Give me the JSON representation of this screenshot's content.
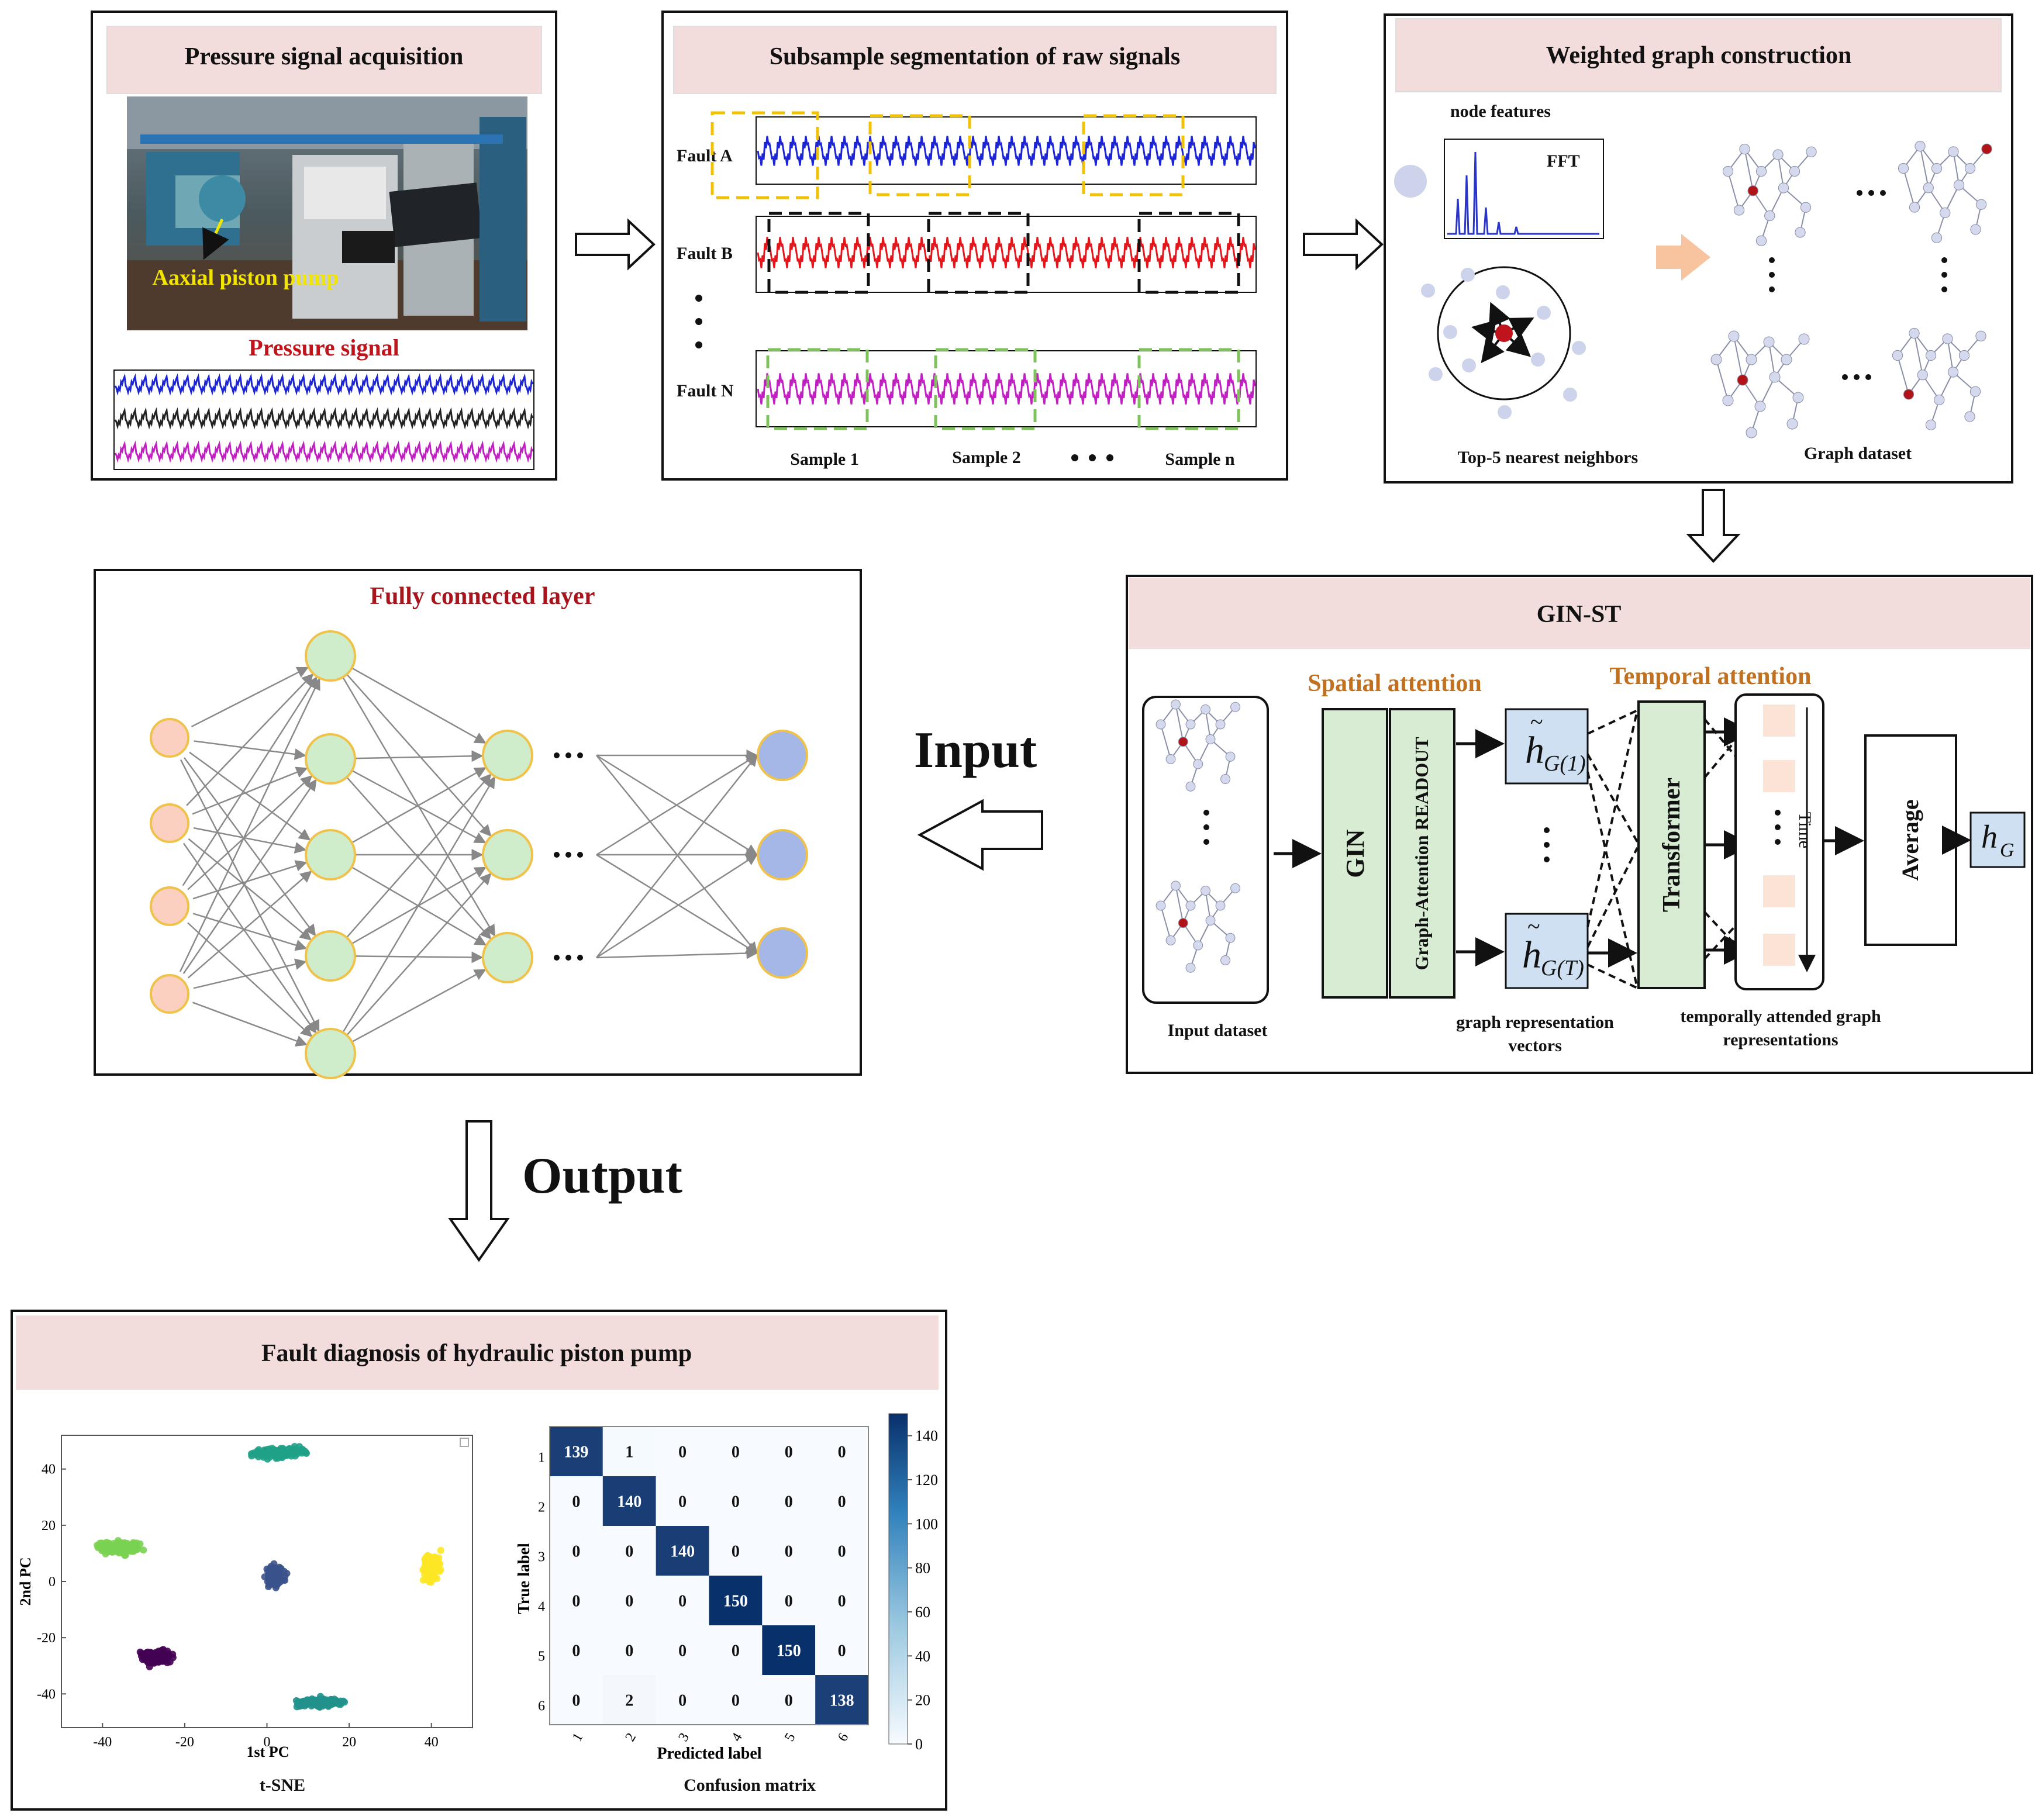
{
  "panels": {
    "acquisition": {
      "title": "Pressure signal acquisition",
      "photo_label": "Aaxial piston pump",
      "signal_label": "Pressure signal"
    },
    "segmentation": {
      "title": "Subsample segmentation of raw signals",
      "rows": [
        "Fault A",
        "Fault B",
        "Fault N"
      ],
      "samples": [
        "Sample 1",
        "Sample 2",
        "Sample n"
      ]
    },
    "graph": {
      "title": "Weighted graph construction",
      "node_features": "node  features",
      "fft": "FFT",
      "neighbors": "Top-5 nearest neighbors",
      "dataset": "Graph dataset"
    },
    "gin_st": {
      "title": "GIN-ST",
      "spatial": "Spatial attention",
      "temporal": "Temporal attention",
      "gin": "GIN",
      "readout": "Graph-Attention READOUT",
      "transformer": "Transformer",
      "average": "Average",
      "input_dataset": "Input dataset",
      "graph_vectors_1": "graph representation",
      "graph_vectors_2": "vectors",
      "temporal_reps_1": "temporally attended graph",
      "temporal_reps_2": "representations",
      "time": "Time",
      "h1_base": "h",
      "h1_sub": "G(1)",
      "hT_base": "h",
      "hT_sub": "G(T)",
      "hG_base": "h",
      "hG_sub": "G"
    },
    "fc": {
      "title": "Fully connected layer"
    },
    "flow": {
      "input": "Input",
      "output": "Output"
    },
    "diagnosis": {
      "title": "Fault diagnosis of hydraulic piston pump",
      "tsne_caption": "t-SNE",
      "cm_caption": "Confusion matrix"
    }
  },
  "colors": {
    "title_band": "#f3dcdc",
    "green_box": "#d7ecd2",
    "blue_box": "#cfe0f2",
    "peach_box": "#fbe3d6",
    "accent_text": "#c0701f",
    "red_text": "#c0141c",
    "yellow_label": "#f2e600"
  },
  "chart_data": [
    {
      "type": "scatter",
      "title": "",
      "xlabel": "1st PC",
      "ylabel": "2nd PC",
      "xlim": [
        -50,
        50
      ],
      "ylim": [
        -52,
        52
      ],
      "xticks": [
        -40,
        -20,
        0,
        20,
        40
      ],
      "yticks": [
        -40,
        -20,
        0,
        20,
        40
      ],
      "clusters": [
        {
          "color": "#1fa187",
          "center": [
            3,
            46
          ],
          "spread": [
            10,
            3
          ]
        },
        {
          "color": "#7ad151",
          "center": [
            -36,
            12
          ],
          "spread": [
            9,
            3.5
          ]
        },
        {
          "color": "#3b528b",
          "center": [
            2,
            2
          ],
          "spread": [
            3.5,
            6
          ]
        },
        {
          "color": "#fde725",
          "center": [
            40,
            5
          ],
          "spread": [
            3,
            8
          ]
        },
        {
          "color": "#440154",
          "center": [
            -27,
            -27
          ],
          "spread": [
            6,
            4
          ]
        },
        {
          "color": "#21918c",
          "center": [
            13,
            -43
          ],
          "spread": [
            9,
            2.5
          ]
        }
      ]
    },
    {
      "type": "heatmap",
      "title": "",
      "xlabel": "Predicted label",
      "ylabel": "True label",
      "x": [
        "1",
        "2",
        "3",
        "4",
        "5",
        "6"
      ],
      "y": [
        "1",
        "2",
        "3",
        "4",
        "5",
        "6"
      ],
      "values": [
        [
          139,
          1,
          0,
          0,
          0,
          0
        ],
        [
          0,
          140,
          0,
          0,
          0,
          0
        ],
        [
          0,
          0,
          140,
          0,
          0,
          0
        ],
        [
          0,
          0,
          0,
          150,
          0,
          0
        ],
        [
          0,
          0,
          0,
          0,
          150,
          0
        ],
        [
          0,
          2,
          0,
          0,
          0,
          138
        ]
      ],
      "colorbar_ticks": [
        0,
        20,
        40,
        60,
        80,
        100,
        120,
        140
      ],
      "colorbar_max": 150
    }
  ]
}
